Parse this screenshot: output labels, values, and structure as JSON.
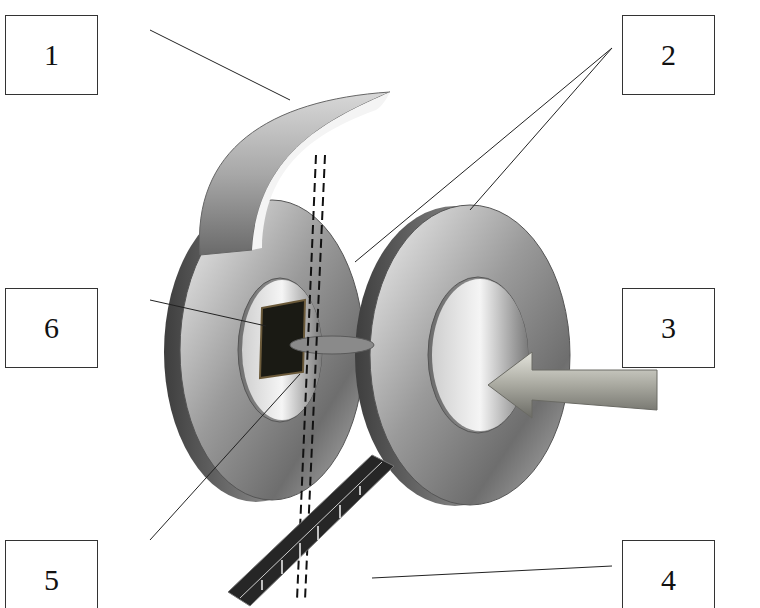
{
  "diagram": {
    "nodes": [
      {
        "text": [
          "1"
        ]
      },
      {
        "text": [
          "2"
        ]
      },
      {
        "text": [
          "6"
        ]
      },
      {
        "text": [
          "3"
        ]
      },
      {
        "text": [
          "5"
        ]
      },
      {
        "text": [
          "4"
        ]
      }
    ]
  }
}
